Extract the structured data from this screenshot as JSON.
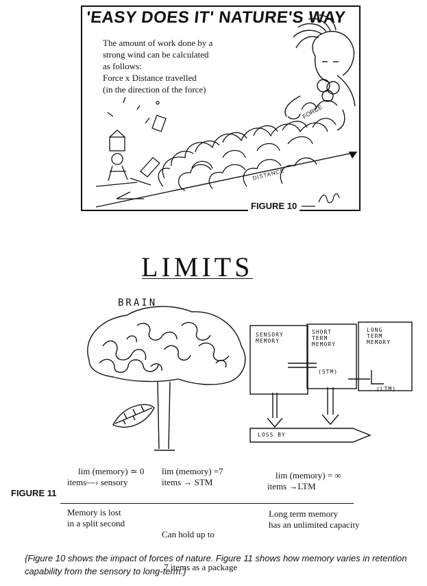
{
  "figure10": {
    "title": "'EASY DOES IT' NATURE'S WAY",
    "caption_lines": [
      "The amount of work done by a",
      "strong wind can be calculated",
      "as follows:",
      "Force x Distance travelled",
      "(in the direction of the force)"
    ],
    "force_text": "FORCE",
    "distance_text": "DISTANCE",
    "label": "FIGURE 10"
  },
  "limits": {
    "title": "LIMITS",
    "brain_label": "BRAIN",
    "sensory_label": [
      "SENSORY",
      "MEMORY"
    ],
    "stm_label": [
      "SHORT",
      "TERM",
      "MEMORY"
    ],
    "stm_abbr": "(STM)",
    "ltm_label": [
      "LONG",
      "TERM",
      "MEMORY"
    ],
    "ltm_abbr": "(LTM)",
    "loss_label": "LOSS BY"
  },
  "figure11": {
    "label": "FIGURE 11",
    "columns": [
      {
        "formula": "lim (memory) ≃ 0",
        "items": "items—› sensory",
        "desc": [
          "Memory is lost",
          "in a split second"
        ]
      },
      {
        "formula": "lim (memory) =7",
        "items": "items → STM",
        "desc": [
          "Can hold up to",
          " 7 items as a package"
        ]
      },
      {
        "formula": "lim (memory) = ∞",
        "items": "items →LTM",
        "desc": [
          "Long term memory",
          "has an unlimited capacity"
        ]
      }
    ]
  },
  "footer": {
    "note": "{Figure 10 shows the impact of forces of nature. Figure 11 shows how memory varies in retention capability from the sensory to long-term.}"
  }
}
